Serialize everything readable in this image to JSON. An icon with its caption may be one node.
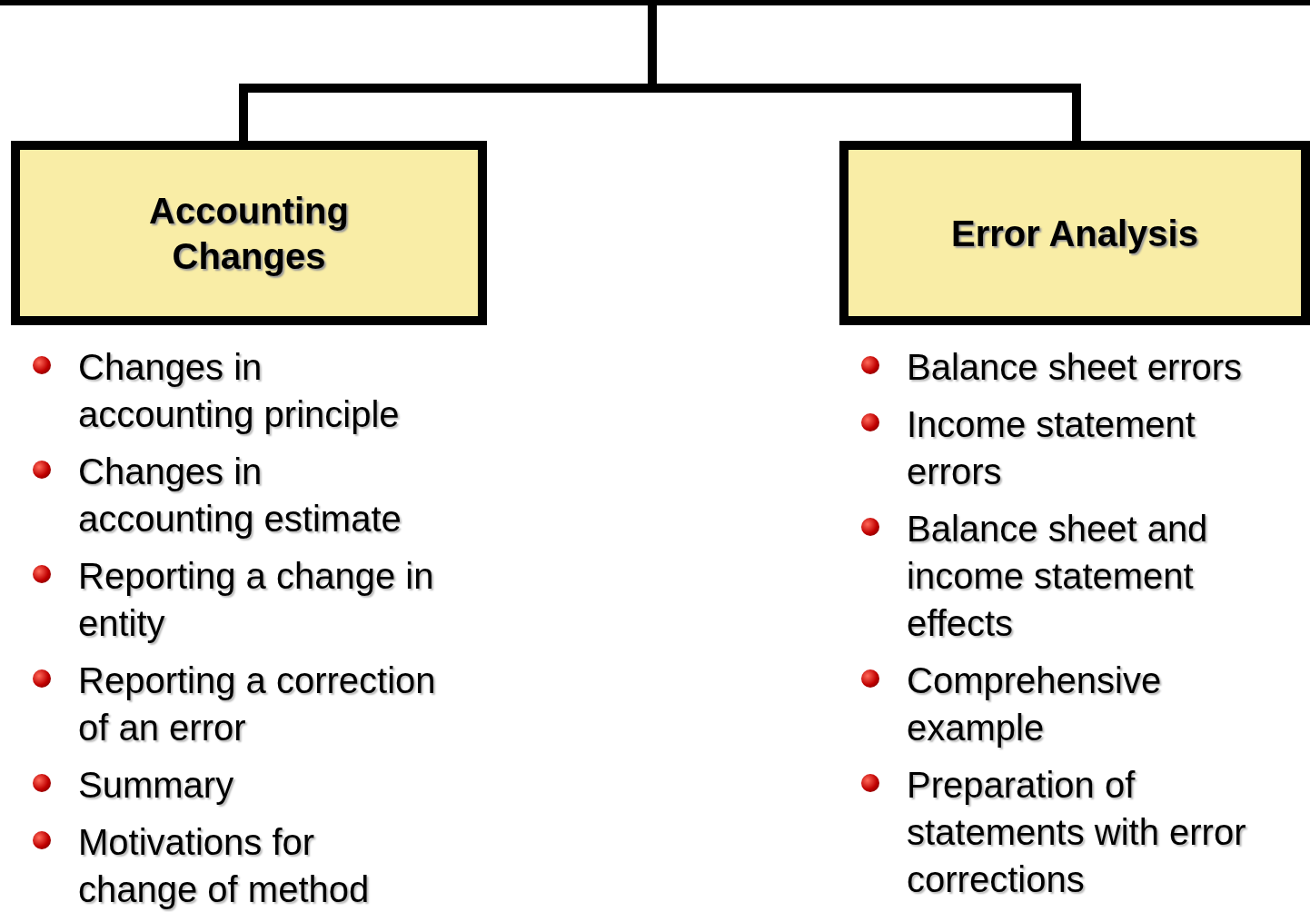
{
  "diagram": {
    "nodes": [
      {
        "text": [],
        "shape": "bar"
      },
      {
        "text": [
          "Accounting Changes"
        ],
        "beside": [
          "Changes in accounting principle",
          "Changes in accounting estimate",
          "Reporting a change in entity",
          "Reporting a correction of an error",
          "Summary",
          "Motivations for change of method"
        ]
      },
      {
        "text": [
          "Error Analysis"
        ],
        "beside": [
          "Balance sheet errors",
          "Income statement errors",
          "Balance sheet and income statement effects",
          "Comprehensive example",
          "Preparation of statements with error corrections"
        ]
      }
    ],
    "edges": [
      {
        "from": 0,
        "to": 1,
        "arrow": "none"
      },
      {
        "from": 0,
        "to": 2,
        "arrow": "none"
      }
    ]
  }
}
